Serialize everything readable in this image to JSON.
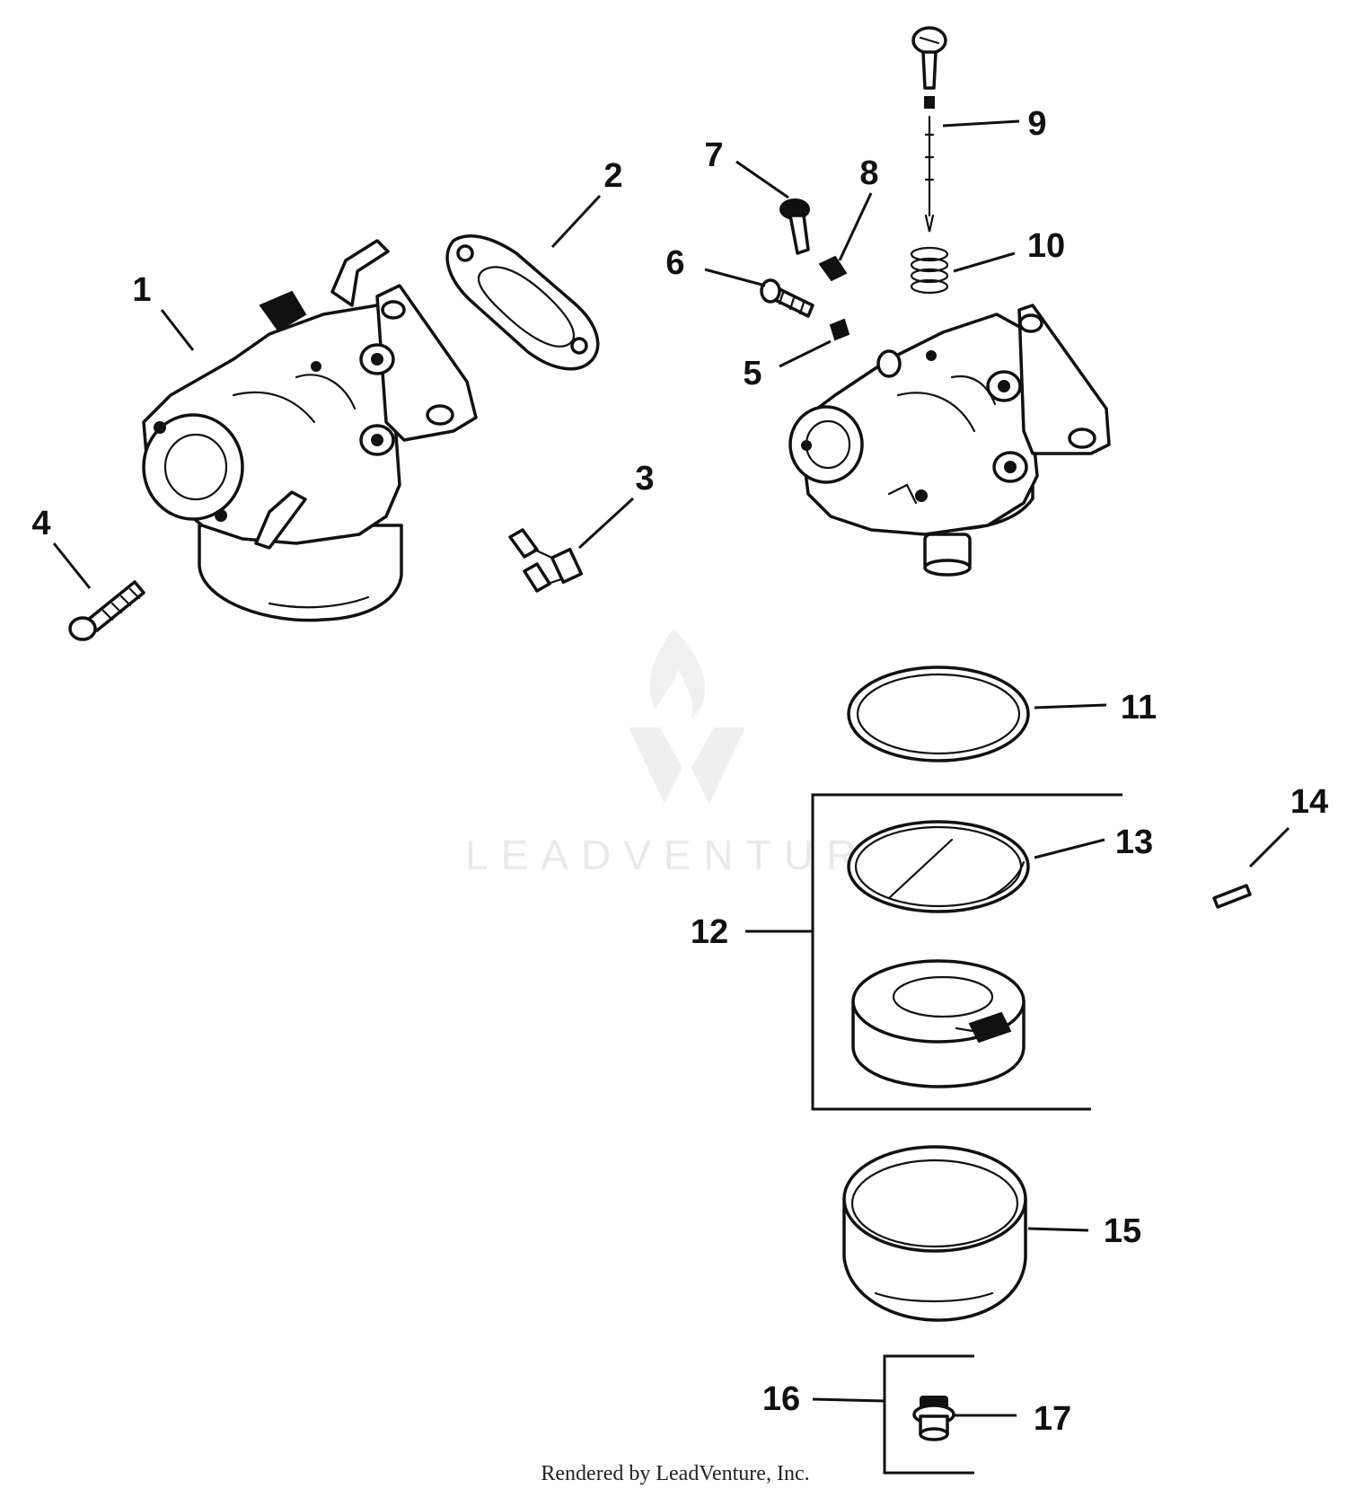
{
  "watermark": {
    "text": "LEADVENTURE",
    "logo": "leadventure-flame-logo"
  },
  "footer": "Rendered by LeadVenture, Inc.",
  "callouts": [
    "1",
    "2",
    "3",
    "4",
    "5",
    "6",
    "7",
    "8",
    "9",
    "10",
    "11",
    "12",
    "13",
    "14",
    "15",
    "16",
    "17"
  ],
  "colors": {
    "ink": "#111111",
    "watermark": "#e9e9e9",
    "background": "#ffffff"
  }
}
